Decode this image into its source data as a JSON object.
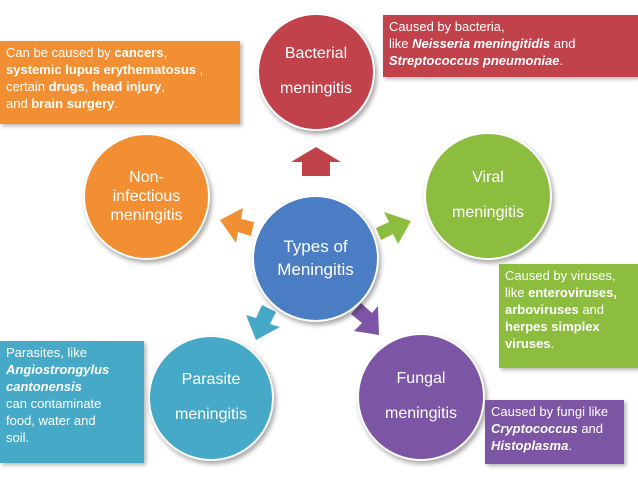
{
  "center": {
    "line1": "Types of",
    "line2": "Meningitis"
  },
  "bacterial": {
    "line1": "Bacterial",
    "line2": "meningitis"
  },
  "viral": {
    "line1": "Viral",
    "line2": "meningitis"
  },
  "noninfectious": {
    "line1": "Non-",
    "line2": "infectious",
    "line3": "meningitis"
  },
  "parasite": {
    "line1": "Parasite",
    "line2": "meningitis"
  },
  "fungal": {
    "line1": "Fungal",
    "line2": "meningitis"
  },
  "notes": {
    "noninfectious": {
      "t1": "Can be caused by ",
      "cancers": "cancers",
      "t2": ",",
      "sle": "systemic lupus erythematosus",
      "t3": " ,",
      "t4": "certain ",
      "drugs": "drugs",
      "t5": ", ",
      "injury": "head injury",
      "t6": ",",
      "t7": "and ",
      "surgery": "brain surgery",
      "t8": "."
    },
    "bacterial": {
      "t1": "Caused by bacteria,",
      "t2": "like ",
      "neisseria": "Neisseria meningitidis",
      "t3": " and",
      "strep": "Streptococcus pneumoniae",
      "t4": "."
    },
    "viral": {
      "t1": "Caused by viruses,",
      "t2": "like ",
      "entero": "enteroviruses,",
      "arbo": "arboviruses",
      "t3": " and",
      "herpes": "herpes simplex viruses",
      "t4": "."
    },
    "parasite": {
      "t1": "Parasites, like",
      "angio1": "Angiostrongylus",
      "angio2": "cantonensis",
      "t2": "can contaminate",
      "t3": "food, water and",
      "t4": "soil."
    },
    "fungal": {
      "t1": "Caused by fungi like",
      "crypto": "Cryptococcus",
      "t2": " and",
      "histo": "Histoplasma",
      "t3": "."
    }
  },
  "colors": {
    "center": "#4a7dc4",
    "bacterial": "#c1424a",
    "viral": "#8cbd3e",
    "noninfectious": "#f28f32",
    "parasite": "#46a9c7",
    "fungal": "#7c56a5"
  }
}
